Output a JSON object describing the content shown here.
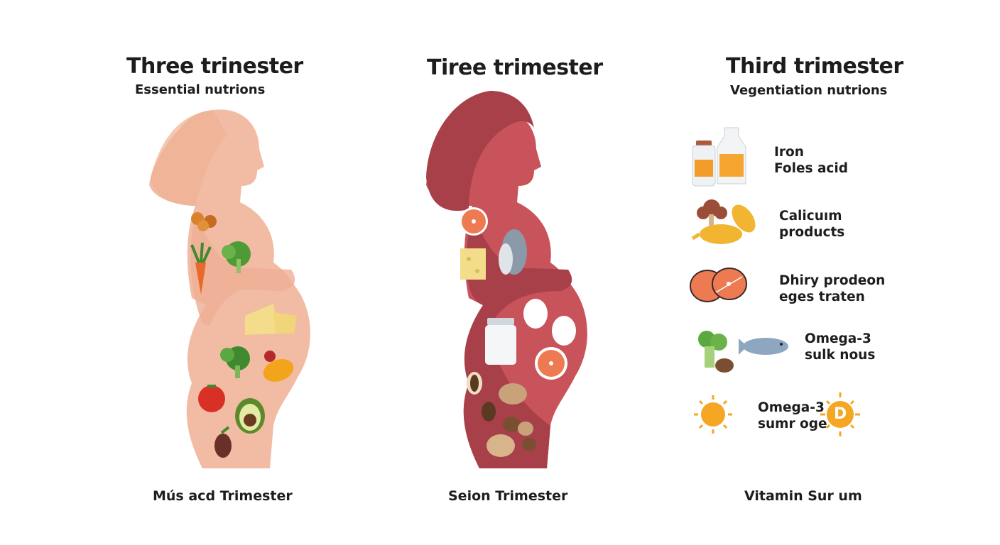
{
  "panels": [
    {
      "title": "Three trinester",
      "subtitle": "Essential nutrions",
      "caption": "Mús acd Trimester"
    },
    {
      "title": "Tiree trimester",
      "caption": "Seion Trimester"
    },
    {
      "title": "Third trimester",
      "subtitle": "Vegentiation nutrions",
      "caption": "Vitamin Sur um"
    }
  ],
  "nutrients": [
    {
      "line1": "Iron",
      "line2": "Foles acid",
      "icon": "supplement-bottles-icon"
    },
    {
      "line1": "Calicuım",
      "line2": "products",
      "icon": "broccoli-chicken-icon"
    },
    {
      "line1": "Dhiry prodeon",
      "line2": "eges traten",
      "icon": "salmon-steak-icon"
    },
    {
      "line1": "Omega-3",
      "line2": "sulk nous",
      "icon": "fish-broccoli-icon"
    },
    {
      "line1": "Omega-3",
      "line2": "sumr oge",
      "icon": "sun-vitamin-d-icon",
      "badge": "D"
    }
  ],
  "colors": {
    "skin_light": "#f2bca4",
    "skin_dark": "#a8404a",
    "accent_orange": "#f5a623"
  }
}
